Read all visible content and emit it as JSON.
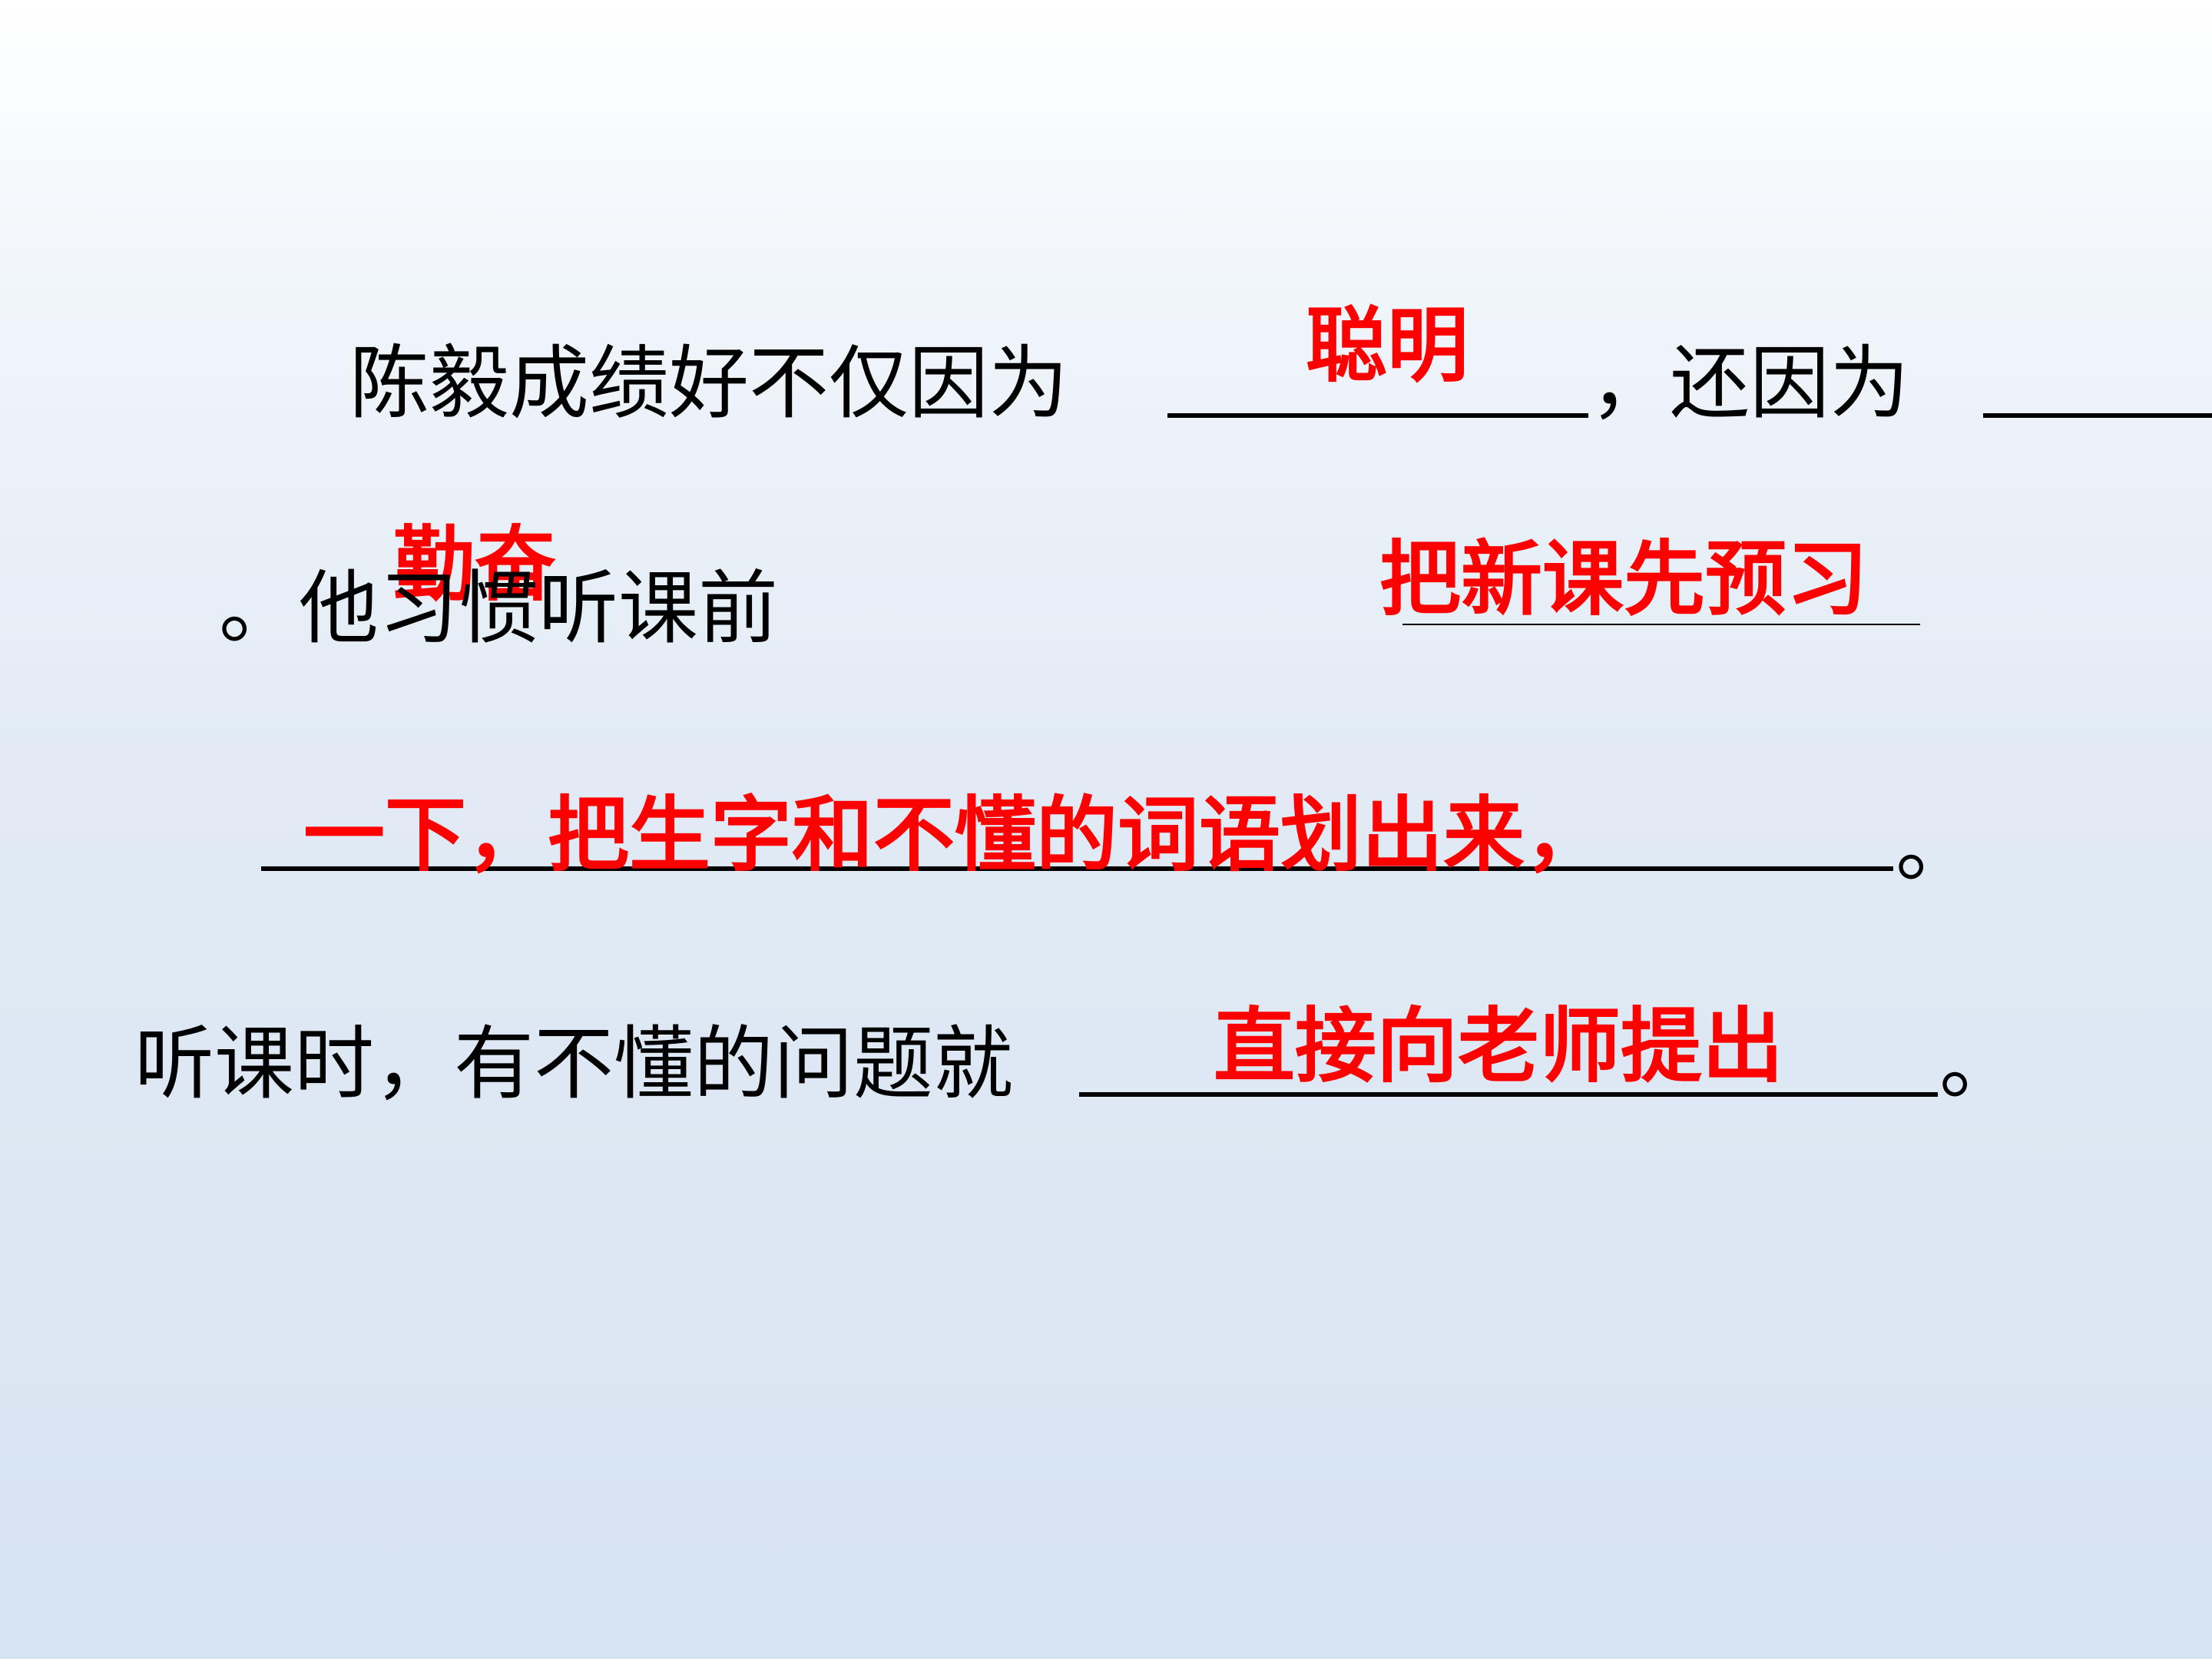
{
  "answer_color": "#ff0000",
  "text_color": "#000000",
  "line1": {
    "prefix": "陈毅成绩好不仅因为",
    "answer1": "聪明",
    "middle": "，还因为"
  },
  "line2": {
    "answer_carry": "勤奋",
    "prefix": "。他习惯听课前",
    "answer": "把新课先预习"
  },
  "line3": {
    "answer": "一下，把生字和不懂的词语划出来，",
    "suffix": "。"
  },
  "line4": {
    "prefix": "听课时，有不懂的问题就",
    "answer": "直接向老师提出",
    "suffix": "。"
  }
}
